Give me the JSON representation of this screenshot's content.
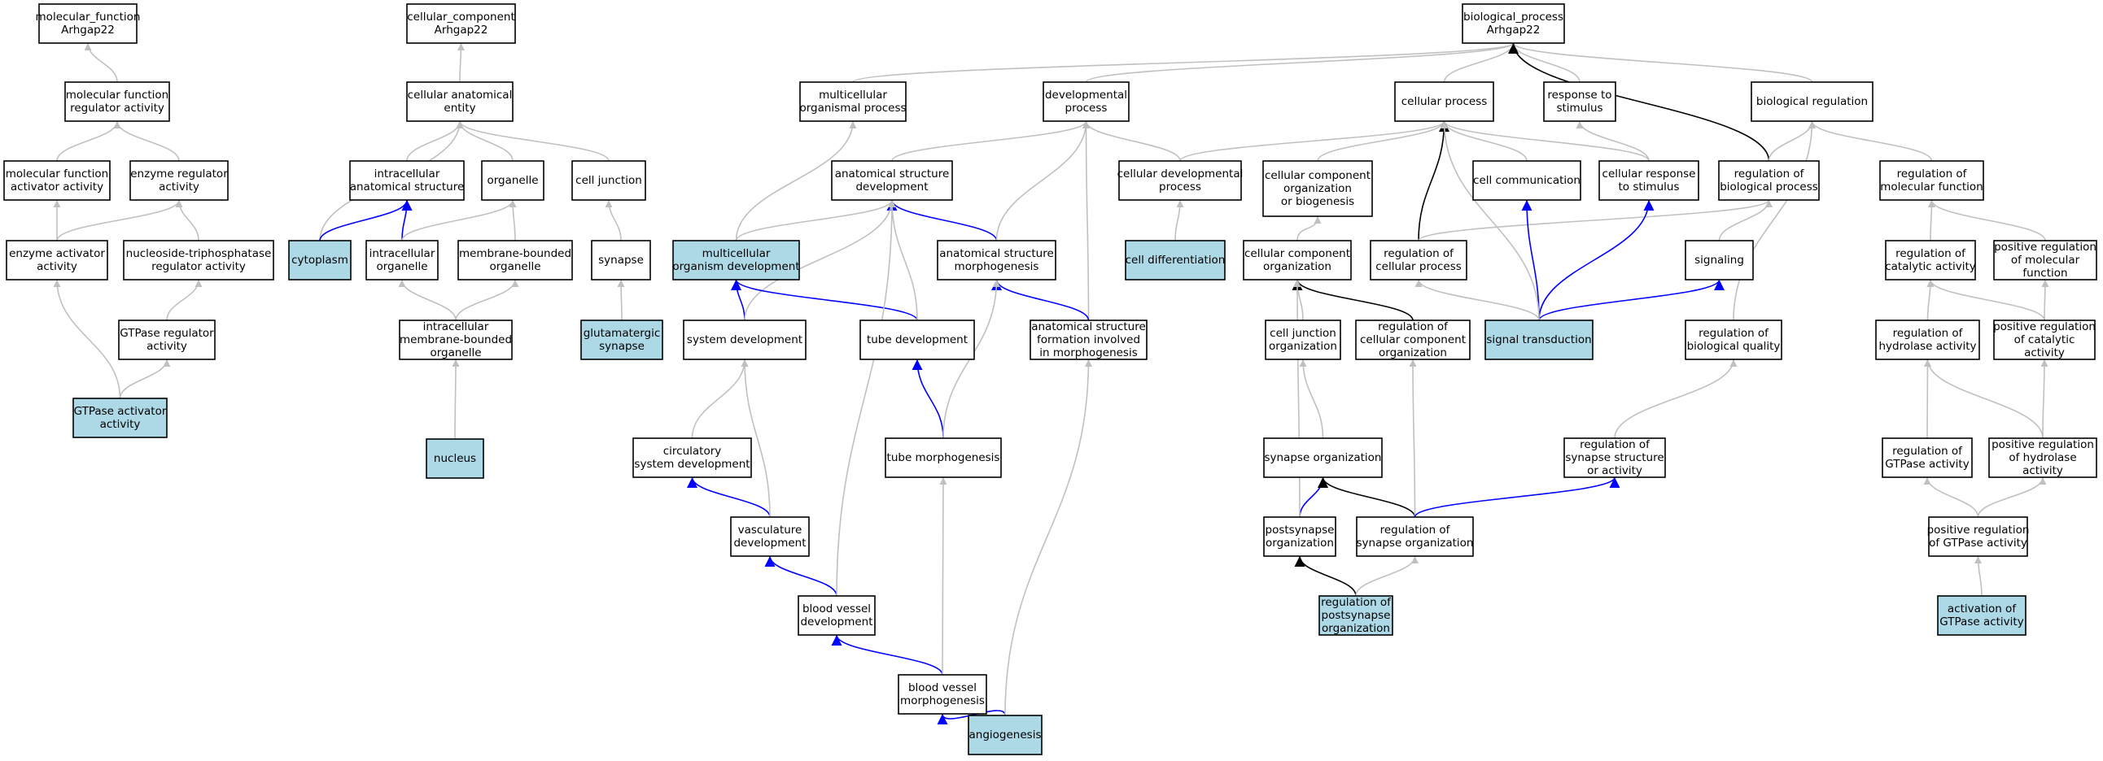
{
  "colors": {
    "default_fill": "#ffffff",
    "highlight_fill": "#add8e6",
    "edge": {
      "gray": "#c0c0c0",
      "blue": "#0000ff",
      "black": "#000000"
    }
  },
  "nodes": [
    {
      "id": "mf_root",
      "lines": [
        "molecular_function",
        "Arhgap22"
      ]
    },
    {
      "id": "mf_reg",
      "lines": [
        "molecular function",
        "regulator activity"
      ]
    },
    {
      "id": "mf_act",
      "lines": [
        "molecular function",
        "activator activity"
      ]
    },
    {
      "id": "enz_reg",
      "lines": [
        "enzyme regulator",
        "activity"
      ]
    },
    {
      "id": "enz_act",
      "lines": [
        "enzyme activator",
        "activity"
      ]
    },
    {
      "id": "nts_reg",
      "lines": [
        "nucleoside-triphosphatase",
        "regulator activity"
      ]
    },
    {
      "id": "gtpase_reg",
      "lines": [
        "GTPase regulator",
        "activity"
      ]
    },
    {
      "id": "gtpase_act",
      "lines": [
        "GTPase activator",
        "activity"
      ],
      "highlight": true
    },
    {
      "id": "cc_root",
      "lines": [
        "cellular_component",
        "Arhgap22"
      ]
    },
    {
      "id": "cae",
      "lines": [
        "cellular anatomical",
        "entity"
      ]
    },
    {
      "id": "ias",
      "lines": [
        "intracellular",
        "anatomical structure"
      ]
    },
    {
      "id": "organelle",
      "lines": [
        "organelle"
      ]
    },
    {
      "id": "cell_junction",
      "lines": [
        "cell junction"
      ]
    },
    {
      "id": "cytoplasm",
      "lines": [
        "cytoplasm"
      ],
      "highlight": true
    },
    {
      "id": "intra_org",
      "lines": [
        "intracellular",
        "organelle"
      ]
    },
    {
      "id": "mb_org",
      "lines": [
        "membrane-bounded",
        "organelle"
      ]
    },
    {
      "id": "synapse",
      "lines": [
        "synapse"
      ]
    },
    {
      "id": "imbo",
      "lines": [
        "intracellular",
        "membrane-bounded",
        "organelle"
      ]
    },
    {
      "id": "glut_syn",
      "lines": [
        "glutamatergic",
        "synapse"
      ],
      "highlight": true
    },
    {
      "id": "nucleus",
      "lines": [
        "nucleus"
      ],
      "highlight": true
    },
    {
      "id": "bp_root",
      "lines": [
        "biological_process",
        "Arhgap22"
      ]
    },
    {
      "id": "mop",
      "lines": [
        "multicellular",
        "organismal process"
      ]
    },
    {
      "id": "dev_proc",
      "lines": [
        "developmental",
        "process"
      ]
    },
    {
      "id": "cell_proc",
      "lines": [
        "cellular process"
      ]
    },
    {
      "id": "resp_stim",
      "lines": [
        "response to",
        "stimulus"
      ]
    },
    {
      "id": "bio_reg",
      "lines": [
        "biological regulation"
      ]
    },
    {
      "id": "asd",
      "lines": [
        "anatomical structure",
        "development"
      ]
    },
    {
      "id": "cdp",
      "lines": [
        "cellular developmental",
        "process"
      ]
    },
    {
      "id": "ccob",
      "lines": [
        "cellular component",
        "organization",
        "or biogenesis"
      ]
    },
    {
      "id": "cell_comm",
      "lines": [
        "cell communication"
      ]
    },
    {
      "id": "crs",
      "lines": [
        "cellular response",
        "to stimulus"
      ]
    },
    {
      "id": "rbp",
      "lines": [
        "regulation of",
        "biological process"
      ]
    },
    {
      "id": "rmf",
      "lines": [
        "regulation of",
        "molecular function"
      ]
    },
    {
      "id": "mod",
      "lines": [
        "multicellular",
        "organism development"
      ],
      "highlight": true
    },
    {
      "id": "asm",
      "lines": [
        "anatomical structure",
        "morphogenesis"
      ]
    },
    {
      "id": "cell_diff",
      "lines": [
        "cell differentiation"
      ],
      "highlight": true
    },
    {
      "id": "cco",
      "lines": [
        "cellular component",
        "organization"
      ]
    },
    {
      "id": "rcp",
      "lines": [
        "regulation of",
        "cellular process"
      ]
    },
    {
      "id": "signaling",
      "lines": [
        "signaling"
      ]
    },
    {
      "id": "rca",
      "lines": [
        "regulation of",
        "catalytic activity"
      ]
    },
    {
      "id": "prmf",
      "lines": [
        "positive regulation",
        "of molecular",
        "function"
      ]
    },
    {
      "id": "sys_dev",
      "lines": [
        "system development"
      ]
    },
    {
      "id": "tube_dev",
      "lines": [
        "tube development"
      ]
    },
    {
      "id": "asfm",
      "lines": [
        "anatomical structure",
        "formation involved",
        "in morphogenesis"
      ]
    },
    {
      "id": "cjo",
      "lines": [
        "cell junction",
        "organization"
      ]
    },
    {
      "id": "rcco",
      "lines": [
        "regulation of",
        "cellular component",
        "organization"
      ]
    },
    {
      "id": "sig_trans",
      "lines": [
        "signal transduction"
      ],
      "highlight": true
    },
    {
      "id": "rbq",
      "lines": [
        "regulation of",
        "biological quality"
      ]
    },
    {
      "id": "rha",
      "lines": [
        "regulation of",
        "hydrolase activity"
      ]
    },
    {
      "id": "prca",
      "lines": [
        "positive regulation",
        "of catalytic",
        "activity"
      ]
    },
    {
      "id": "csd",
      "lines": [
        "circulatory",
        "system development"
      ]
    },
    {
      "id": "tube_morph",
      "lines": [
        "tube morphogenesis"
      ]
    },
    {
      "id": "syn_org",
      "lines": [
        "synapse organization"
      ]
    },
    {
      "id": "rsso",
      "lines": [
        "regulation of",
        "synapse structure",
        "or activity"
      ]
    },
    {
      "id": "rga",
      "lines": [
        "regulation of",
        "GTPase activity"
      ]
    },
    {
      "id": "prha",
      "lines": [
        "positive regulation",
        "of hydrolase",
        "activity"
      ]
    },
    {
      "id": "vasc_dev",
      "lines": [
        "vasculature",
        "development"
      ]
    },
    {
      "id": "postsyn_org",
      "lines": [
        "postsynapse",
        "organization"
      ]
    },
    {
      "id": "rso",
      "lines": [
        "regulation of",
        "synapse organization"
      ]
    },
    {
      "id": "prga",
      "lines": [
        "positive regulation",
        "of GTPase activity"
      ]
    },
    {
      "id": "bvd",
      "lines": [
        "blood vessel",
        "development"
      ]
    },
    {
      "id": "rpo",
      "lines": [
        "regulation of",
        "postsynapse",
        "organization"
      ],
      "highlight": true
    },
    {
      "id": "act_gtpase",
      "lines": [
        "activation of",
        "GTPase activity"
      ],
      "highlight": true
    },
    {
      "id": "bvm",
      "lines": [
        "blood vessel",
        "morphogenesis"
      ]
    },
    {
      "id": "angio",
      "lines": [
        "angiogenesis"
      ],
      "highlight": true
    }
  ],
  "edges": [
    {
      "from": "mf_reg",
      "to": "mf_root",
      "color": "gray"
    },
    {
      "from": "mf_act",
      "to": "mf_reg",
      "color": "gray"
    },
    {
      "from": "enz_reg",
      "to": "mf_reg",
      "color": "gray"
    },
    {
      "from": "enz_act",
      "to": "mf_act",
      "color": "gray"
    },
    {
      "from": "enz_act",
      "to": "enz_reg",
      "color": "gray"
    },
    {
      "from": "nts_reg",
      "to": "enz_reg",
      "color": "gray"
    },
    {
      "from": "gtpase_reg",
      "to": "nts_reg",
      "color": "gray"
    },
    {
      "from": "gtpase_act",
      "to": "enz_act",
      "color": "gray"
    },
    {
      "from": "gtpase_act",
      "to": "gtpase_reg",
      "color": "gray"
    },
    {
      "from": "cae",
      "to": "cc_root",
      "color": "gray"
    },
    {
      "from": "ias",
      "to": "cae",
      "color": "gray"
    },
    {
      "from": "organelle",
      "to": "cae",
      "color": "gray"
    },
    {
      "from": "cell_junction",
      "to": "cae",
      "color": "gray"
    },
    {
      "from": "cytoplasm",
      "to": "cae",
      "color": "gray"
    },
    {
      "from": "cytoplasm",
      "to": "ias",
      "color": "blue"
    },
    {
      "from": "intra_org",
      "to": "ias",
      "color": "blue"
    },
    {
      "from": "intra_org",
      "to": "organelle",
      "color": "gray"
    },
    {
      "from": "mb_org",
      "to": "organelle",
      "color": "gray"
    },
    {
      "from": "synapse",
      "to": "cell_junction",
      "color": "gray"
    },
    {
      "from": "imbo",
      "to": "intra_org",
      "color": "gray"
    },
    {
      "from": "imbo",
      "to": "mb_org",
      "color": "gray"
    },
    {
      "from": "glut_syn",
      "to": "synapse",
      "color": "gray"
    },
    {
      "from": "nucleus",
      "to": "imbo",
      "color": "gray"
    },
    {
      "from": "mop",
      "to": "bp_root",
      "color": "gray"
    },
    {
      "from": "dev_proc",
      "to": "bp_root",
      "color": "gray"
    },
    {
      "from": "cell_proc",
      "to": "bp_root",
      "color": "gray"
    },
    {
      "from": "resp_stim",
      "to": "bp_root",
      "color": "gray"
    },
    {
      "from": "bio_reg",
      "to": "bp_root",
      "color": "gray"
    },
    {
      "from": "rbp",
      "to": "bp_root",
      "color": "black"
    },
    {
      "from": "asd",
      "to": "dev_proc",
      "color": "gray"
    },
    {
      "from": "cdp",
      "to": "dev_proc",
      "color": "gray"
    },
    {
      "from": "cdp",
      "to": "cell_proc",
      "color": "gray"
    },
    {
      "from": "ccob",
      "to": "cell_proc",
      "color": "gray"
    },
    {
      "from": "cell_comm",
      "to": "cell_proc",
      "color": "gray"
    },
    {
      "from": "crs",
      "to": "cell_proc",
      "color": "gray"
    },
    {
      "from": "crs",
      "to": "resp_stim",
      "color": "gray"
    },
    {
      "from": "rbp",
      "to": "bio_reg",
      "color": "gray"
    },
    {
      "from": "rmf",
      "to": "bio_reg",
      "color": "gray"
    },
    {
      "from": "mod",
      "to": "mop",
      "color": "gray"
    },
    {
      "from": "mod",
      "to": "asd",
      "color": "gray"
    },
    {
      "from": "asm",
      "to": "asd",
      "color": "blue"
    },
    {
      "from": "asm",
      "to": "dev_proc",
      "color": "gray"
    },
    {
      "from": "asfm",
      "to": "dev_proc",
      "color": "gray"
    },
    {
      "from": "asfm",
      "to": "asm",
      "color": "blue"
    },
    {
      "from": "cell_diff",
      "to": "cdp",
      "color": "gray"
    },
    {
      "from": "cco",
      "to": "ccob",
      "color": "gray"
    },
    {
      "from": "rcp",
      "to": "cell_proc",
      "color": "black"
    },
    {
      "from": "rcp",
      "to": "rbp",
      "color": "gray"
    },
    {
      "from": "signaling",
      "to": "rbp",
      "color": "gray"
    },
    {
      "from": "rca",
      "to": "rmf",
      "color": "gray"
    },
    {
      "from": "prmf",
      "to": "rmf",
      "color": "gray"
    },
    {
      "from": "sys_dev",
      "to": "mod",
      "color": "blue"
    },
    {
      "from": "sys_dev",
      "to": "asd",
      "color": "gray"
    },
    {
      "from": "tube_dev",
      "to": "mod",
      "color": "blue"
    },
    {
      "from": "tube_dev",
      "to": "asd",
      "color": "gray"
    },
    {
      "from": "cjo",
      "to": "cco",
      "color": "gray"
    },
    {
      "from": "rcco",
      "to": "cco",
      "color": "black"
    },
    {
      "from": "sig_trans",
      "to": "cell_comm",
      "color": "blue"
    },
    {
      "from": "sig_trans",
      "to": "crs",
      "color": "blue"
    },
    {
      "from": "sig_trans",
      "to": "signaling",
      "color": "blue"
    },
    {
      "from": "sig_trans",
      "to": "cell_proc",
      "color": "gray"
    },
    {
      "from": "sig_trans",
      "to": "rcp",
      "color": "gray"
    },
    {
      "from": "rbq",
      "to": "bio_reg",
      "color": "gray"
    },
    {
      "from": "rha",
      "to": "rca",
      "color": "gray"
    },
    {
      "from": "prca",
      "to": "rca",
      "color": "gray"
    },
    {
      "from": "prca",
      "to": "prmf",
      "color": "gray"
    },
    {
      "from": "csd",
      "to": "sys_dev",
      "color": "gray"
    },
    {
      "from": "tube_morph",
      "to": "tube_dev",
      "color": "blue"
    },
    {
      "from": "tube_morph",
      "to": "asm",
      "color": "gray"
    },
    {
      "from": "syn_org",
      "to": "cjo",
      "color": "gray"
    },
    {
      "from": "rsso",
      "to": "rbq",
      "color": "gray"
    },
    {
      "from": "rga",
      "to": "rha",
      "color": "gray"
    },
    {
      "from": "prha",
      "to": "rha",
      "color": "gray"
    },
    {
      "from": "prha",
      "to": "prca",
      "color": "gray"
    },
    {
      "from": "vasc_dev",
      "to": "csd",
      "color": "blue"
    },
    {
      "from": "vasc_dev",
      "to": "sys_dev",
      "color": "gray"
    },
    {
      "from": "postsyn_org",
      "to": "syn_org",
      "color": "blue"
    },
    {
      "from": "postsyn_org",
      "to": "cco",
      "color": "gray"
    },
    {
      "from": "rso",
      "to": "syn_org",
      "color": "black"
    },
    {
      "from": "rso",
      "to": "rcco",
      "color": "gray"
    },
    {
      "from": "rso",
      "to": "rsso",
      "color": "blue"
    },
    {
      "from": "prga",
      "to": "rga",
      "color": "gray"
    },
    {
      "from": "prga",
      "to": "prha",
      "color": "gray"
    },
    {
      "from": "bvd",
      "to": "vasc_dev",
      "color": "blue"
    },
    {
      "from": "bvd",
      "to": "asd",
      "color": "gray"
    },
    {
      "from": "rpo",
      "to": "postsyn_org",
      "color": "black"
    },
    {
      "from": "rpo",
      "to": "rso",
      "color": "gray"
    },
    {
      "from": "act_gtpase",
      "to": "prga",
      "color": "gray"
    },
    {
      "from": "bvm",
      "to": "bvd",
      "color": "blue"
    },
    {
      "from": "bvm",
      "to": "tube_morph",
      "color": "gray"
    },
    {
      "from": "angio",
      "to": "bvm",
      "color": "blue"
    },
    {
      "from": "angio",
      "to": "asfm",
      "color": "gray"
    }
  ]
}
